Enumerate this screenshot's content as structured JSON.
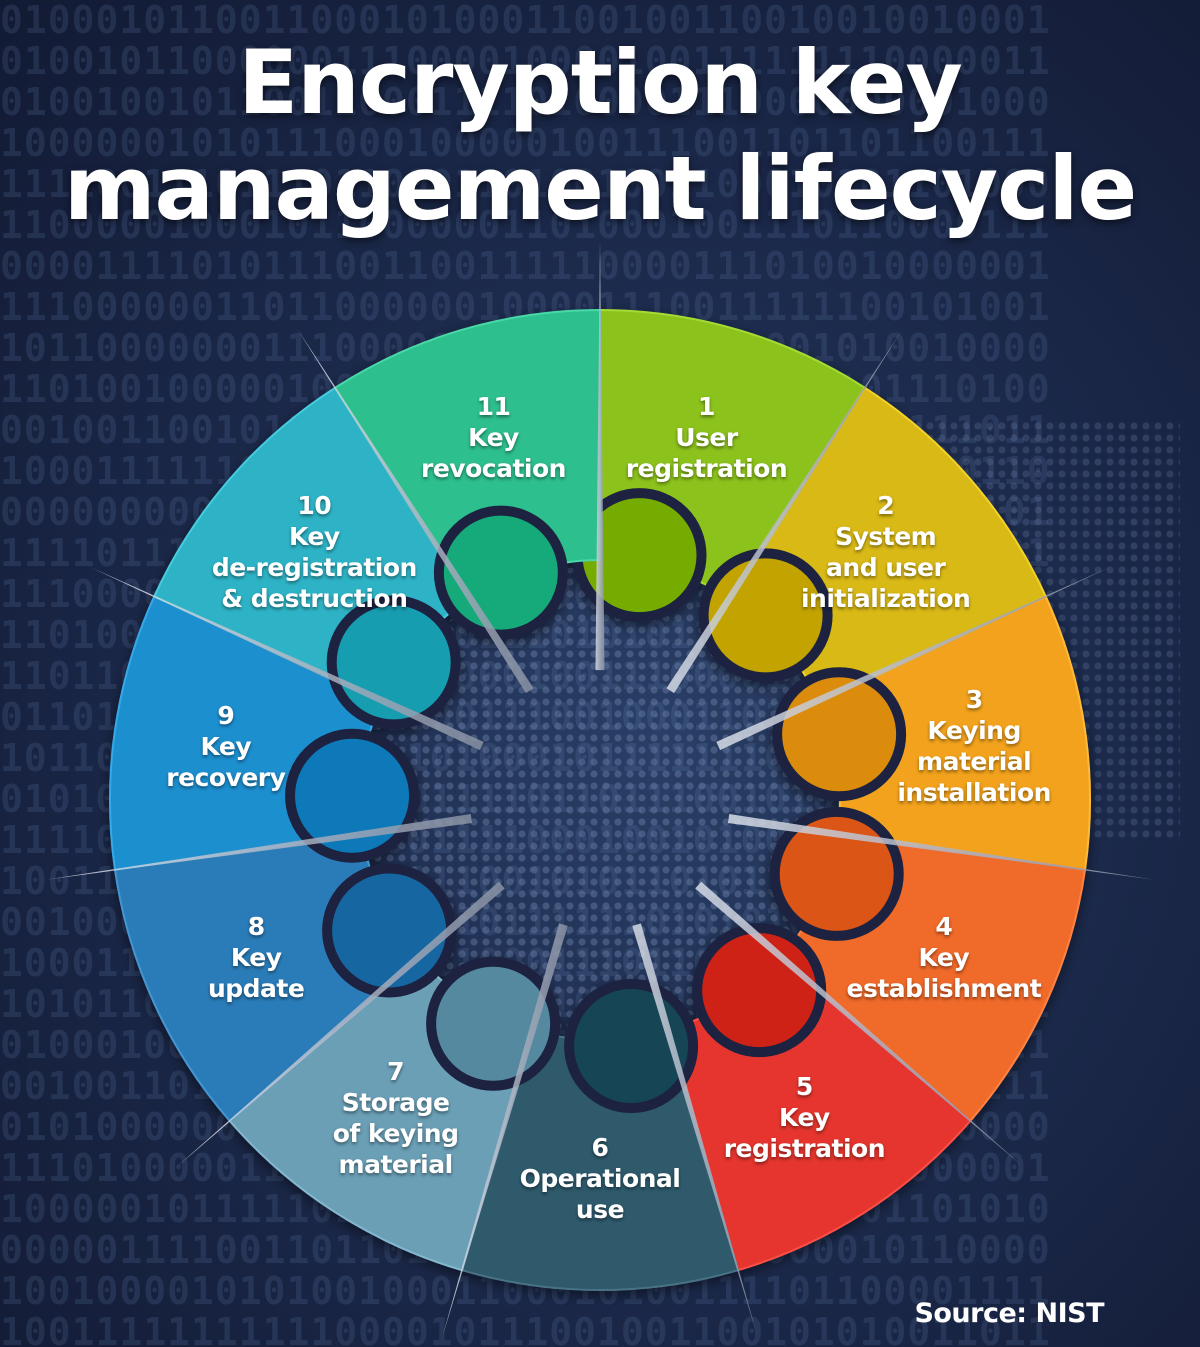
{
  "title": {
    "line1": "Encryption key",
    "line2": "management lifecycle"
  },
  "source": "Source: NIST",
  "stages": [
    {
      "number": "1",
      "lines": [
        "User",
        "registration"
      ],
      "color": "#8cc21b"
    },
    {
      "number": "2",
      "lines": [
        "System",
        "and user",
        "initialization"
      ],
      "color": "#d9b912"
    },
    {
      "number": "3",
      "lines": [
        "Keying",
        "material",
        "installation"
      ],
      "color": "#f2a21e"
    },
    {
      "number": "4",
      "lines": [
        "Key",
        "establishment"
      ],
      "color": "#f06a2a"
    },
    {
      "number": "5",
      "lines": [
        "Key",
        "registration"
      ],
      "color": "#e5362e"
    },
    {
      "number": "6",
      "lines": [
        "Operational",
        "use"
      ],
      "color": "#2f5a6c"
    },
    {
      "number": "7",
      "lines": [
        "Storage",
        "of keying",
        "material"
      ],
      "color": "#6a9fb6"
    },
    {
      "number": "8",
      "lines": [
        "Key",
        "update"
      ],
      "color": "#2b7cb8"
    },
    {
      "number": "9",
      "lines": [
        "Key",
        "recovery"
      ],
      "color": "#1e8fcf"
    },
    {
      "number": "10",
      "lines": [
        "Key",
        "de-registration",
        "& destruction"
      ],
      "color": "#2eb3c6"
    },
    {
      "number": "11",
      "lines": [
        "Key",
        "revocation"
      ],
      "color": "#2fbf8f"
    }
  ]
}
